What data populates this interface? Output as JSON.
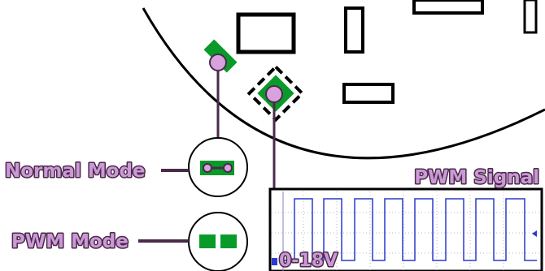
{
  "labels": {
    "normal_mode": "Normal Mode",
    "pwm_mode": "PWM Mode",
    "pwm_signal": "PWM Signal",
    "voltage_range": "0-18V"
  },
  "colors": {
    "pad_green": "#0a9a2a",
    "pointer_fill": "#d7a2de",
    "pointer_stroke": "#4a2a4a",
    "label_fill": "#cc99d6",
    "trace_blue": "#2a3acc",
    "outline": "#000000"
  }
}
